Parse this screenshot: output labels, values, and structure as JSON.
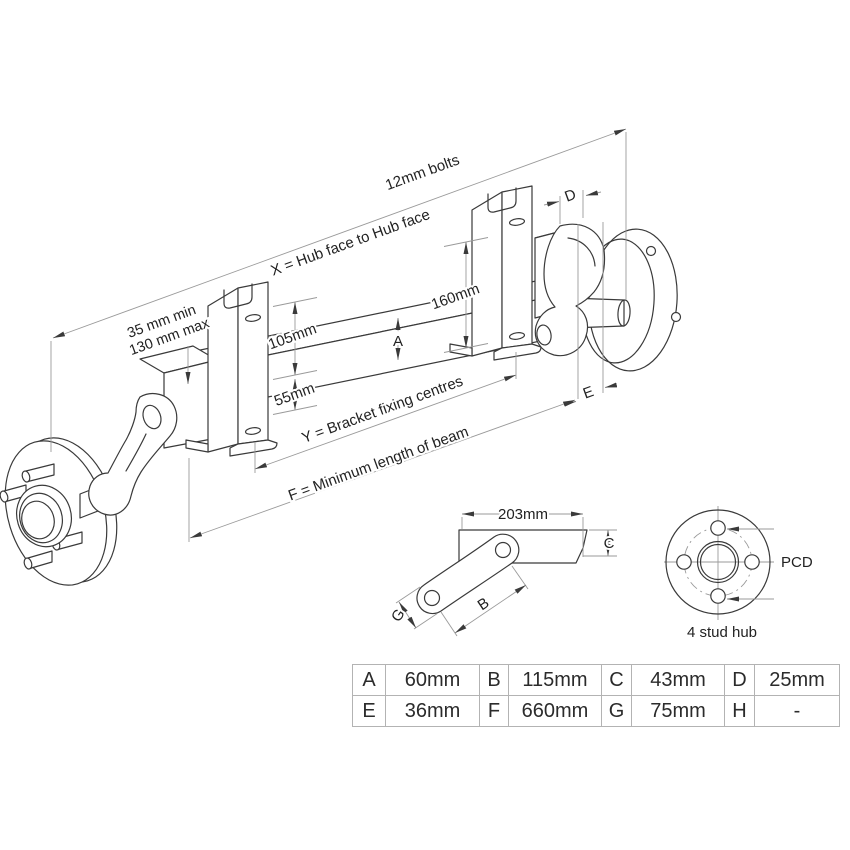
{
  "main_view": {
    "x_dim_label": "X = Hub face to Hub face",
    "clamp_min_label": "35 mm min",
    "clamp_max_label": "130 mm max",
    "bolts_label": "12mm bolts",
    "bracket_height_label": "160mm",
    "upper_offset_label": "105mm",
    "lower_offset_label": "55mm",
    "beam_section_label": "A",
    "dim_d_label": "D",
    "dim_e_label": "E",
    "y_dim_label": "Y = Bracket fixing centres",
    "f_dim_label": "F = Minimum length of beam"
  },
  "arm_detail": {
    "arm_length_label": "203mm",
    "beam_height_label": "C",
    "centres_label": "B",
    "arm_width_label": "G"
  },
  "hub_detail": {
    "pcd_label": "PCD",
    "caption": "4 stud hub"
  },
  "dimensions_table": {
    "rows": [
      {
        "cells": [
          {
            "key": "A",
            "value": "60mm"
          },
          {
            "key": "B",
            "value": "115mm"
          },
          {
            "key": "C",
            "value": "43mm"
          },
          {
            "key": "D",
            "value": "25mm"
          }
        ]
      },
      {
        "cells": [
          {
            "key": "E",
            "value": "36mm"
          },
          {
            "key": "F",
            "value": "660mm"
          },
          {
            "key": "G",
            "value": "75mm"
          },
          {
            "key": "H",
            "value": "-"
          }
        ]
      }
    ]
  },
  "colors": {
    "outline": "#3a3a3a",
    "dim_line": "#9a9a9a",
    "text": "#222222",
    "table_border": "#b3b3b3",
    "background": "#ffffff"
  }
}
